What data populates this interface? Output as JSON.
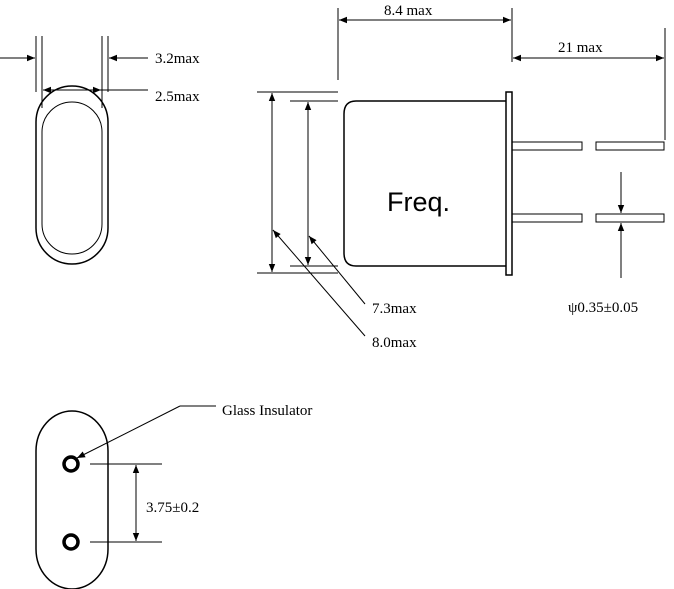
{
  "labels": {
    "overall_width": "3.2max",
    "inner_width": "2.5max",
    "body_length": "8.4 max",
    "lead_length": "21 max",
    "inner_height": "7.3max",
    "outer_height": "8.0max",
    "freq": "Freq.",
    "lead_diameter": "ψ0.35±0.05",
    "glass_insulator": "Glass Insulator",
    "pin_spacing": "3.75±0.2"
  }
}
